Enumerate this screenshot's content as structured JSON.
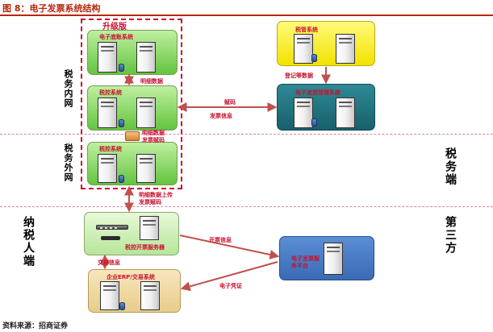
{
  "title": "图 8：电子发票系统结构",
  "source": "资料来源：招商证券",
  "zones": {
    "tax_intranet": "税务内网",
    "tax_extranet": "税务外网",
    "taxpayer": "纳税人端",
    "tax_side": "税务端",
    "third_party": "第三方"
  },
  "upgrade_label": "升级版",
  "systems": {
    "e_base": "电子底账系统",
    "tax_control_inner": "税控系统",
    "tax_control_outer": "税控系统",
    "tax_admin": "税管系统",
    "e_invoice_mgmt": "电子发票管理系统",
    "billing_server": "税控开票服务器",
    "erp": "企业ERP/交易系统",
    "e_invoice_service": "电子发票服务平台"
  },
  "flows": {
    "detail_data": "明细数据",
    "detail_data_2": "明细数据",
    "issue_code": "发票赋码",
    "registration_data": "登记等数据",
    "assign_code": "赋码",
    "invoice_info": "发票信息",
    "upload_detail": "明细数据上传",
    "issue_code_2": "发票赋码",
    "billing_info": "开票信息",
    "transaction_info": "交易信息",
    "e_voucher": "电子凭证"
  },
  "colors": {
    "title_red": "#b8260e",
    "arrow_red": "#c0504d",
    "upgrade_red": "#c8102e",
    "green_box": "#7fd35a",
    "yellow_box": "#f7ee2a",
    "teal_box": "#1f7280",
    "blue_box": "#4a7cc5",
    "tan_box": "#f0d9a0"
  }
}
